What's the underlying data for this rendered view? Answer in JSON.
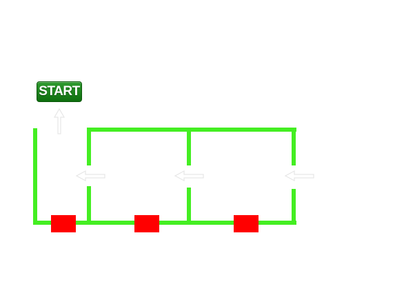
{
  "start_button": {
    "label": "START"
  },
  "colors": {
    "track": "#44ee22",
    "block": "#ff0000",
    "arrow": "#e8e8e8",
    "start_bg": "#1a7f1a",
    "background": "#ffffff"
  },
  "icons": [
    "arrow-up-icon",
    "arrow-left-icon"
  ],
  "blocks": [
    {
      "name": "red-block-1"
    },
    {
      "name": "red-block-2"
    },
    {
      "name": "red-block-3"
    }
  ]
}
